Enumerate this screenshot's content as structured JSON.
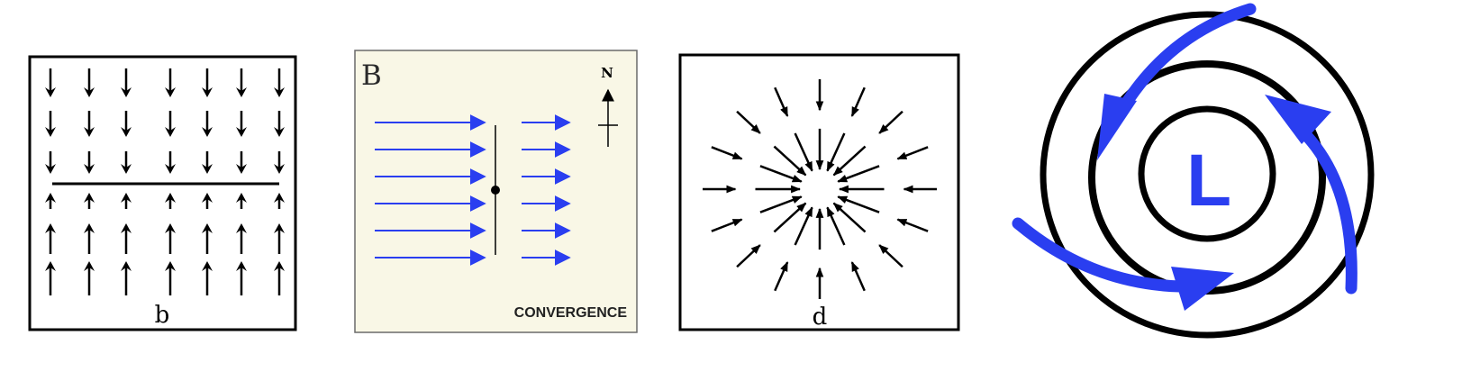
{
  "panels": {
    "b": {
      "label": "b"
    },
    "B": {
      "label": "B",
      "caption": "CONVERGENCE",
      "north_label": "N"
    },
    "d": {
      "label": "d"
    },
    "L": {
      "label": "L"
    }
  },
  "colors": {
    "ink": "#000000",
    "blue_arrow": "#2a3ef0",
    "panel_B_background": "#f9f7e6",
    "panel_B_border": "#6a6a6a"
  },
  "icons": {
    "north_arrow": "north-arrow-icon",
    "low_pressure_swirl": "cyclone-swirl-icon"
  }
}
